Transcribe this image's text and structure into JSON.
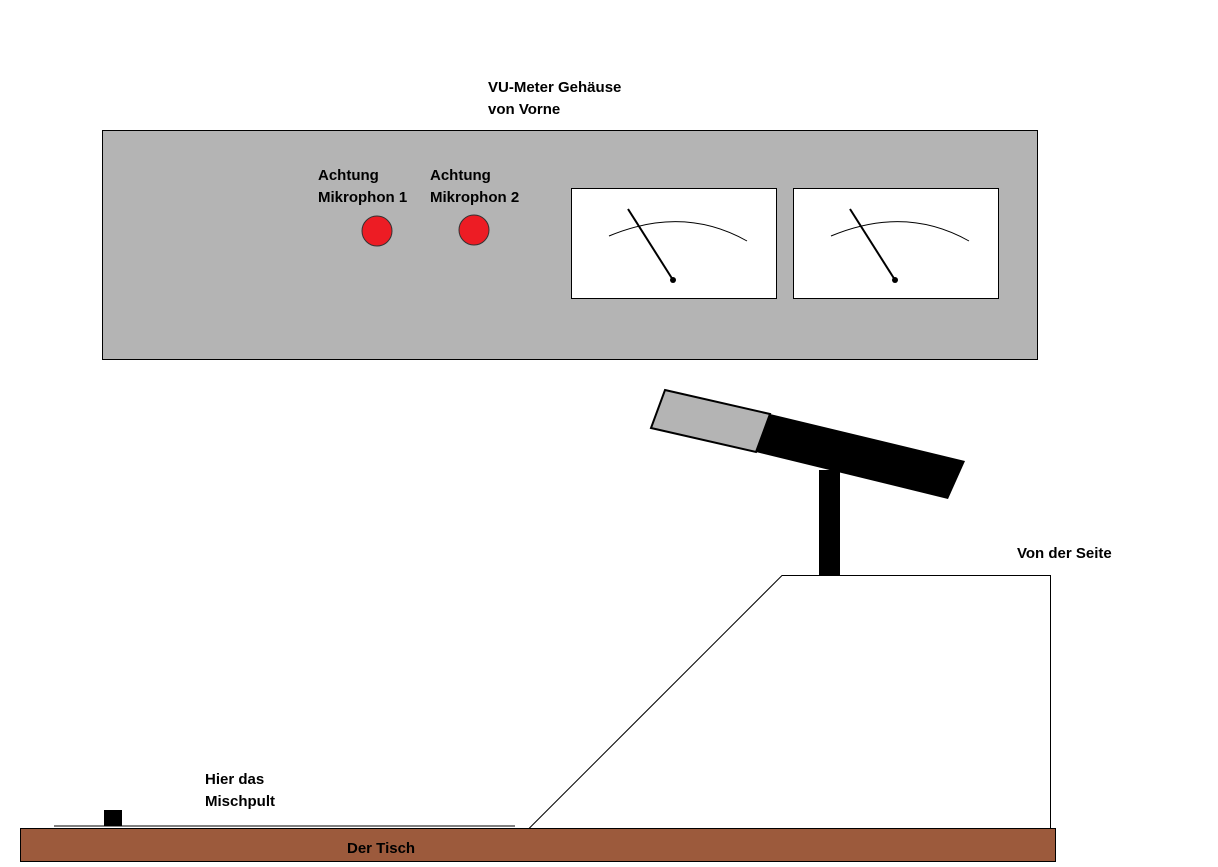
{
  "front_view": {
    "title_line1": "VU-Meter Gehäuse",
    "title_line2": "von Vorne",
    "led1_line1": "Achtung",
    "led1_line2": "Mikrophon 1",
    "led2_line1": "Achtung",
    "led2_line2": "Mikrophon 2"
  },
  "side_view": {
    "label": "Von der Seite",
    "mixer_line1": "Hier das",
    "mixer_line2": "Mischpult",
    "table_label": "Der Tisch"
  },
  "colors": {
    "panel": "#b4b4b4",
    "led": "#ed1c24",
    "table": "#9c5a3c",
    "mic_head": "#b4b4b4"
  }
}
